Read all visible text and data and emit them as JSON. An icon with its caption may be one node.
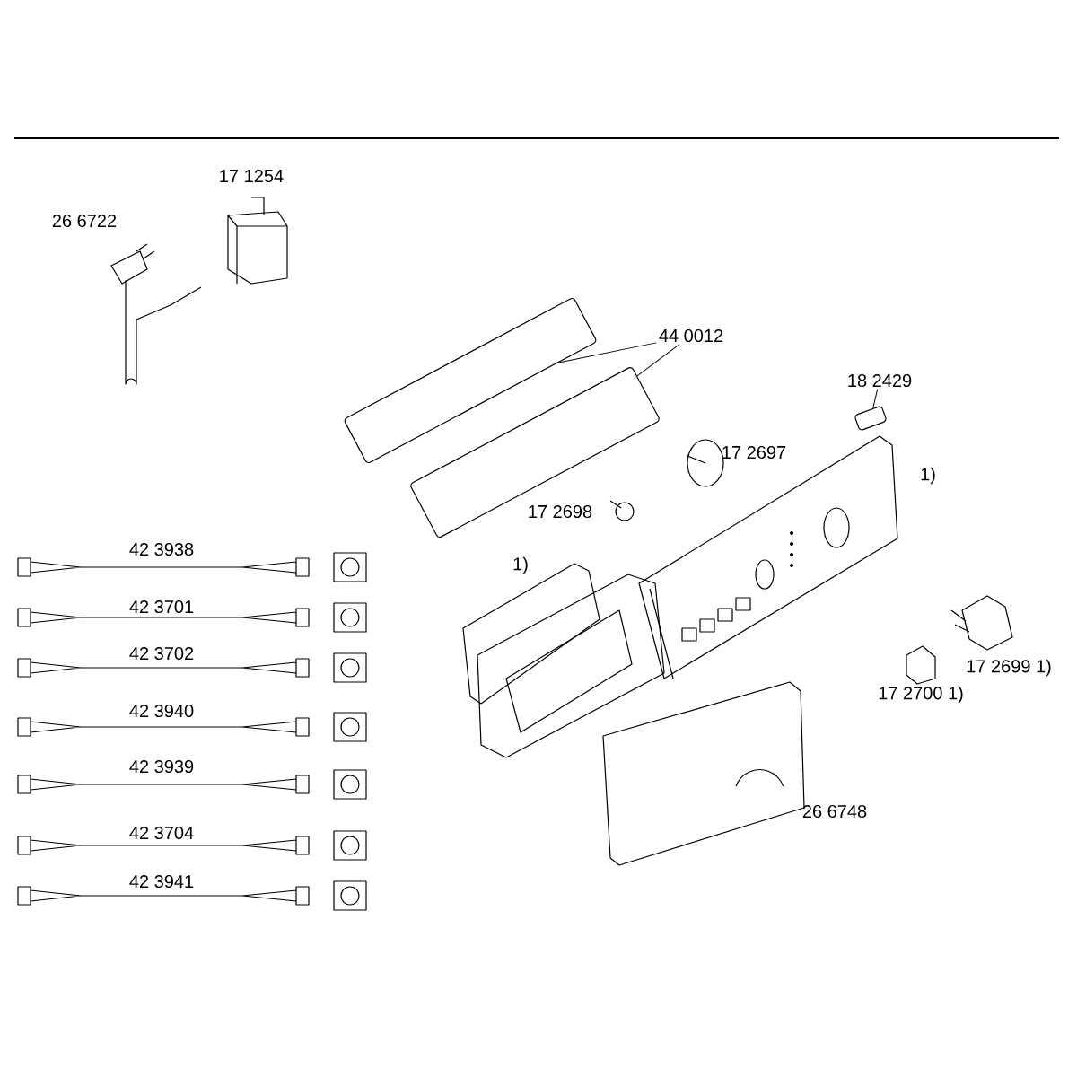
{
  "diagram": {
    "nodes": [
      {
        "text": [
          "44 0012"
        ]
      },
      {
        "text": [],
        "shape": "picture"
      },
      {
        "text": [],
        "shape": "picture"
      },
      {
        "text": [
          "18 2429"
        ]
      },
      {
        "text": [],
        "shape": "picture"
      }
    ],
    "edges": [
      {
        "from": 0,
        "to": 1,
        "arrow": "none"
      },
      {
        "from": 0,
        "to": 2,
        "arrow": "none"
      },
      {
        "from": 3,
        "to": 4,
        "arrow": "none"
      }
    ],
    "labels": [
      "17 1254",
      "26 6722",
      "17 2697",
      "17 2698",
      "1)",
      "42 3938",
      "1)",
      "42 3701",
      "42 3702",
      "42 3940",
      "42 3939",
      "17 2699 1)",
      "17 2700 1)",
      "42 3704",
      "26 6748",
      "42 3941"
    ]
  }
}
